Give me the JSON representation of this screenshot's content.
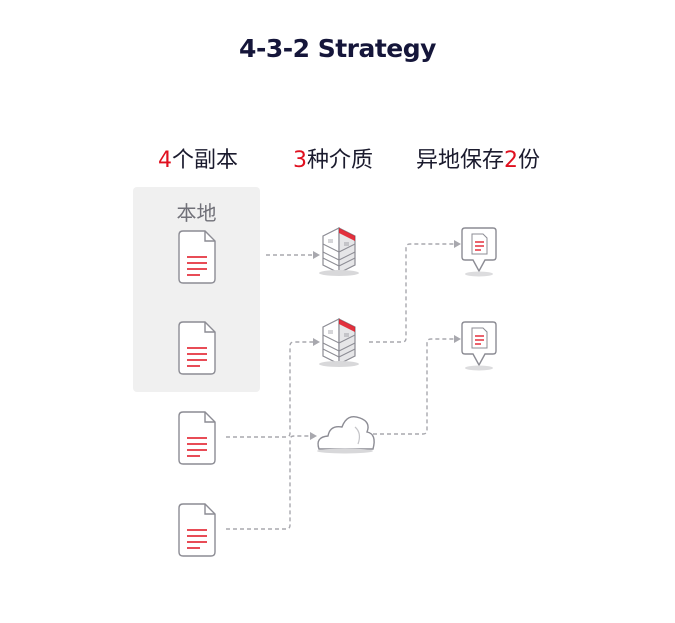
{
  "title": "4-3-2 Strategy",
  "headers": {
    "copies": {
      "num": "4",
      "text": "个副本"
    },
    "media": {
      "num": "3",
      "text": "种介质"
    },
    "offsite": {
      "pre": "异地保存",
      "num": "2",
      "text": "份"
    }
  },
  "local_label": "本地",
  "colors": {
    "accent": "#e0101f",
    "title": "#15163a",
    "line": "#a8a8ae",
    "icon_stroke": "#8c8c94"
  }
}
